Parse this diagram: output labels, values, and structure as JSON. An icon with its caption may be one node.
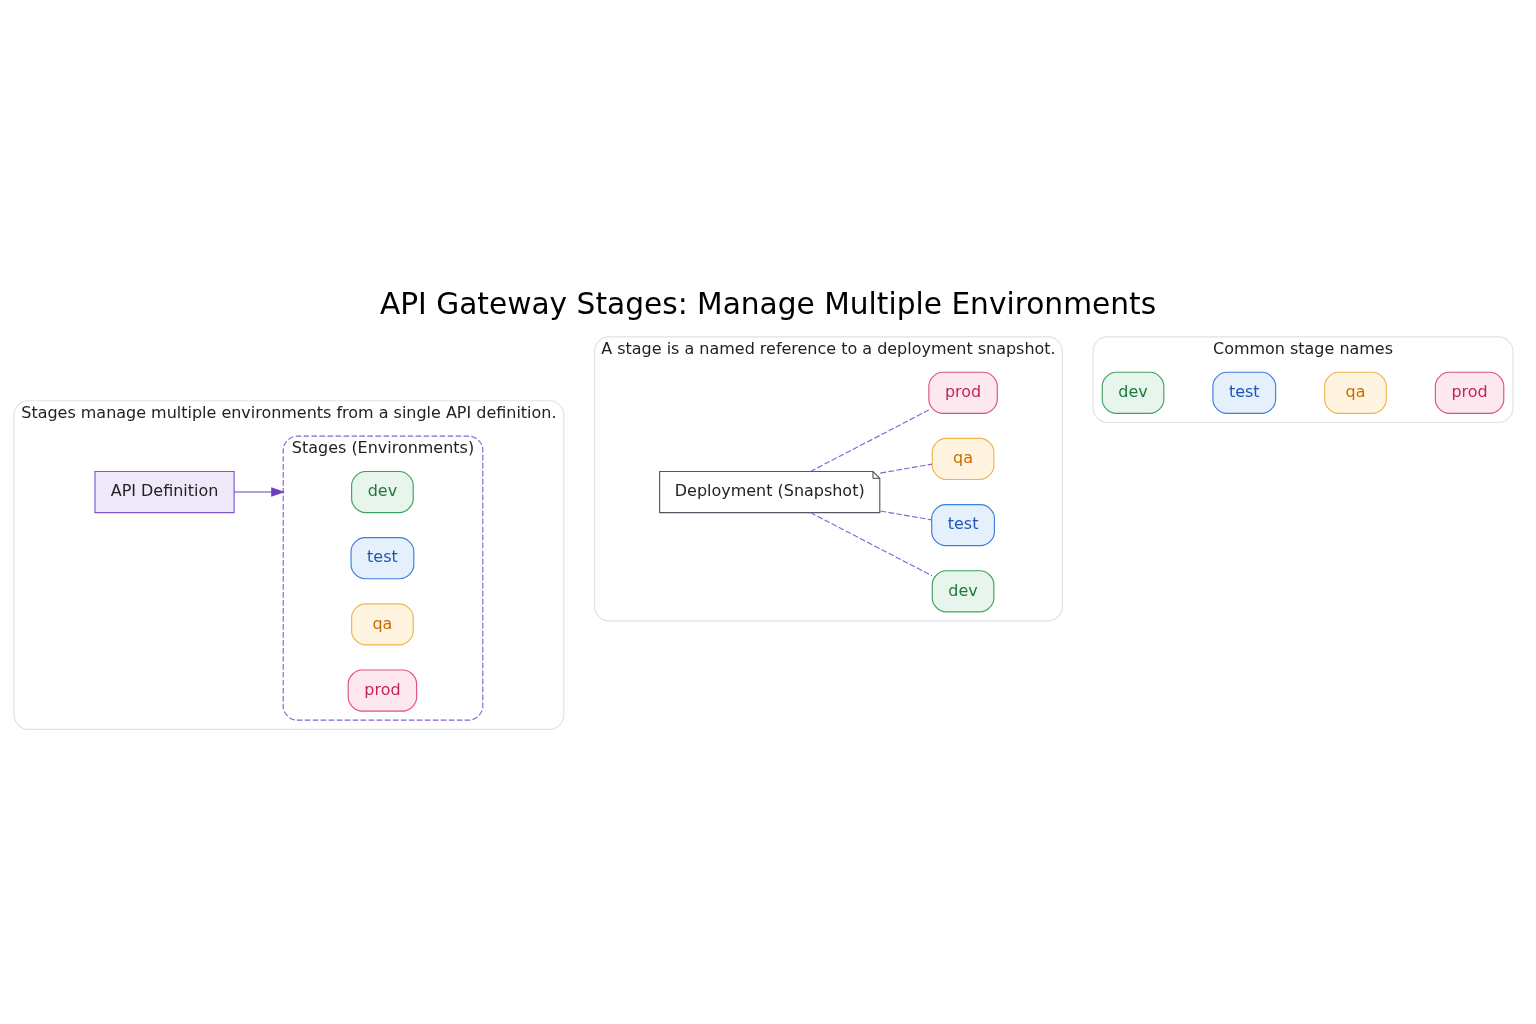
{
  "diagram": {
    "title": "API Gateway Stages: Manage Multiple Environments",
    "nodes": [
      {
        "text": [
          "Stages manage multiple environments from a single API definition."
        ]
      },
      {
        "text": [
          "API Definition"
        ],
        "in": 0
      },
      {
        "text": [
          "Stages (Environments)"
        ],
        "in": 0
      },
      {
        "text": [
          "dev"
        ],
        "in": 2
      },
      {
        "text": [
          "test"
        ],
        "in": 2
      },
      {
        "text": [
          "qa"
        ],
        "in": 2
      },
      {
        "text": [
          "prod"
        ],
        "in": 2
      },
      {
        "text": [
          "A stage is a named reference to a deployment snapshot."
        ]
      },
      {
        "text": [
          "Deployment (Snapshot)"
        ],
        "in": 7
      },
      {
        "text": [
          "dev"
        ],
        "in": 7
      },
      {
        "text": [
          "test"
        ],
        "in": 7
      },
      {
        "text": [
          "qa"
        ],
        "in": 7
      },
      {
        "text": [
          "prod"
        ],
        "in": 7
      },
      {
        "text": [
          "Common stage names"
        ]
      },
      {
        "text": [
          "dev"
        ],
        "in": 13
      },
      {
        "text": [
          "test"
        ],
        "in": 13
      },
      {
        "text": [
          "qa"
        ],
        "in": 13
      },
      {
        "text": [
          "prod"
        ],
        "in": 13
      }
    ],
    "edges": [
      {
        "from": 1,
        "to": 2,
        "arrow": "to",
        "color": "#6d3fc0"
      },
      {
        "from": 8,
        "to": 9,
        "arrow": "none",
        "style": "dashed"
      },
      {
        "from": 8,
        "to": 10,
        "arrow": "none",
        "style": "dashed"
      },
      {
        "from": 8,
        "to": 11,
        "arrow": "none",
        "style": "dashed"
      },
      {
        "from": 8,
        "to": 12,
        "arrow": "none",
        "style": "dashed"
      }
    ]
  }
}
